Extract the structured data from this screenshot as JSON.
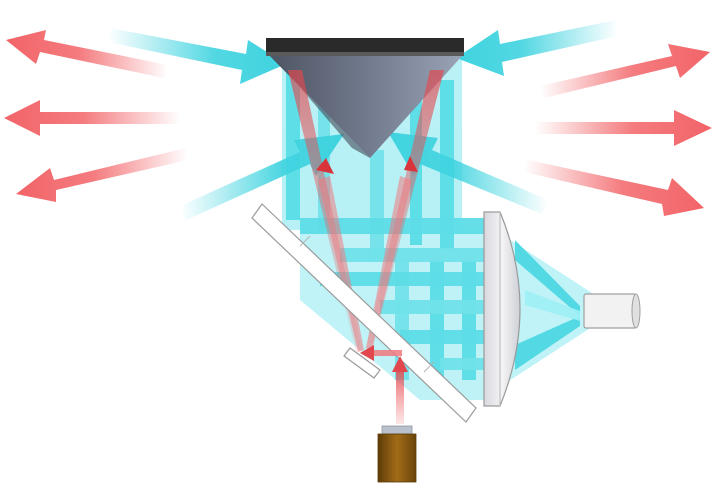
{
  "diagram": {
    "colors": {
      "background": "#ffffff",
      "infrared_arrow": "#f26468",
      "visible_arrow": "#3fd3df",
      "cone_dark": "#4e5563",
      "cone_light": "#8a94a6",
      "mount_top": "#2a2a2a",
      "mirror_face": "#ffffff",
      "mirror_edge": "#9a9a9a",
      "lens_fill": "#e6e6ea",
      "sensor_fill": "#f2f2f2",
      "source_body": "#8a5a12",
      "source_cap": "#b9c1cc"
    },
    "components": [
      {
        "id": "cone-reflector",
        "icon": "inverted-cone"
      },
      {
        "id": "beam-splitter",
        "icon": "tilted-plate"
      },
      {
        "id": "small-mirror",
        "icon": "small-tilted-plate"
      },
      {
        "id": "collecting-lens",
        "icon": "plano-convex-lens"
      },
      {
        "id": "detector",
        "icon": "cylinder"
      },
      {
        "id": "light-source",
        "icon": "brown-cylinder"
      }
    ],
    "outgoing_beams": {
      "count_left": 3,
      "count_right": 3
    },
    "incoming_beams": {
      "count_top": 2,
      "count_side": 2
    }
  }
}
